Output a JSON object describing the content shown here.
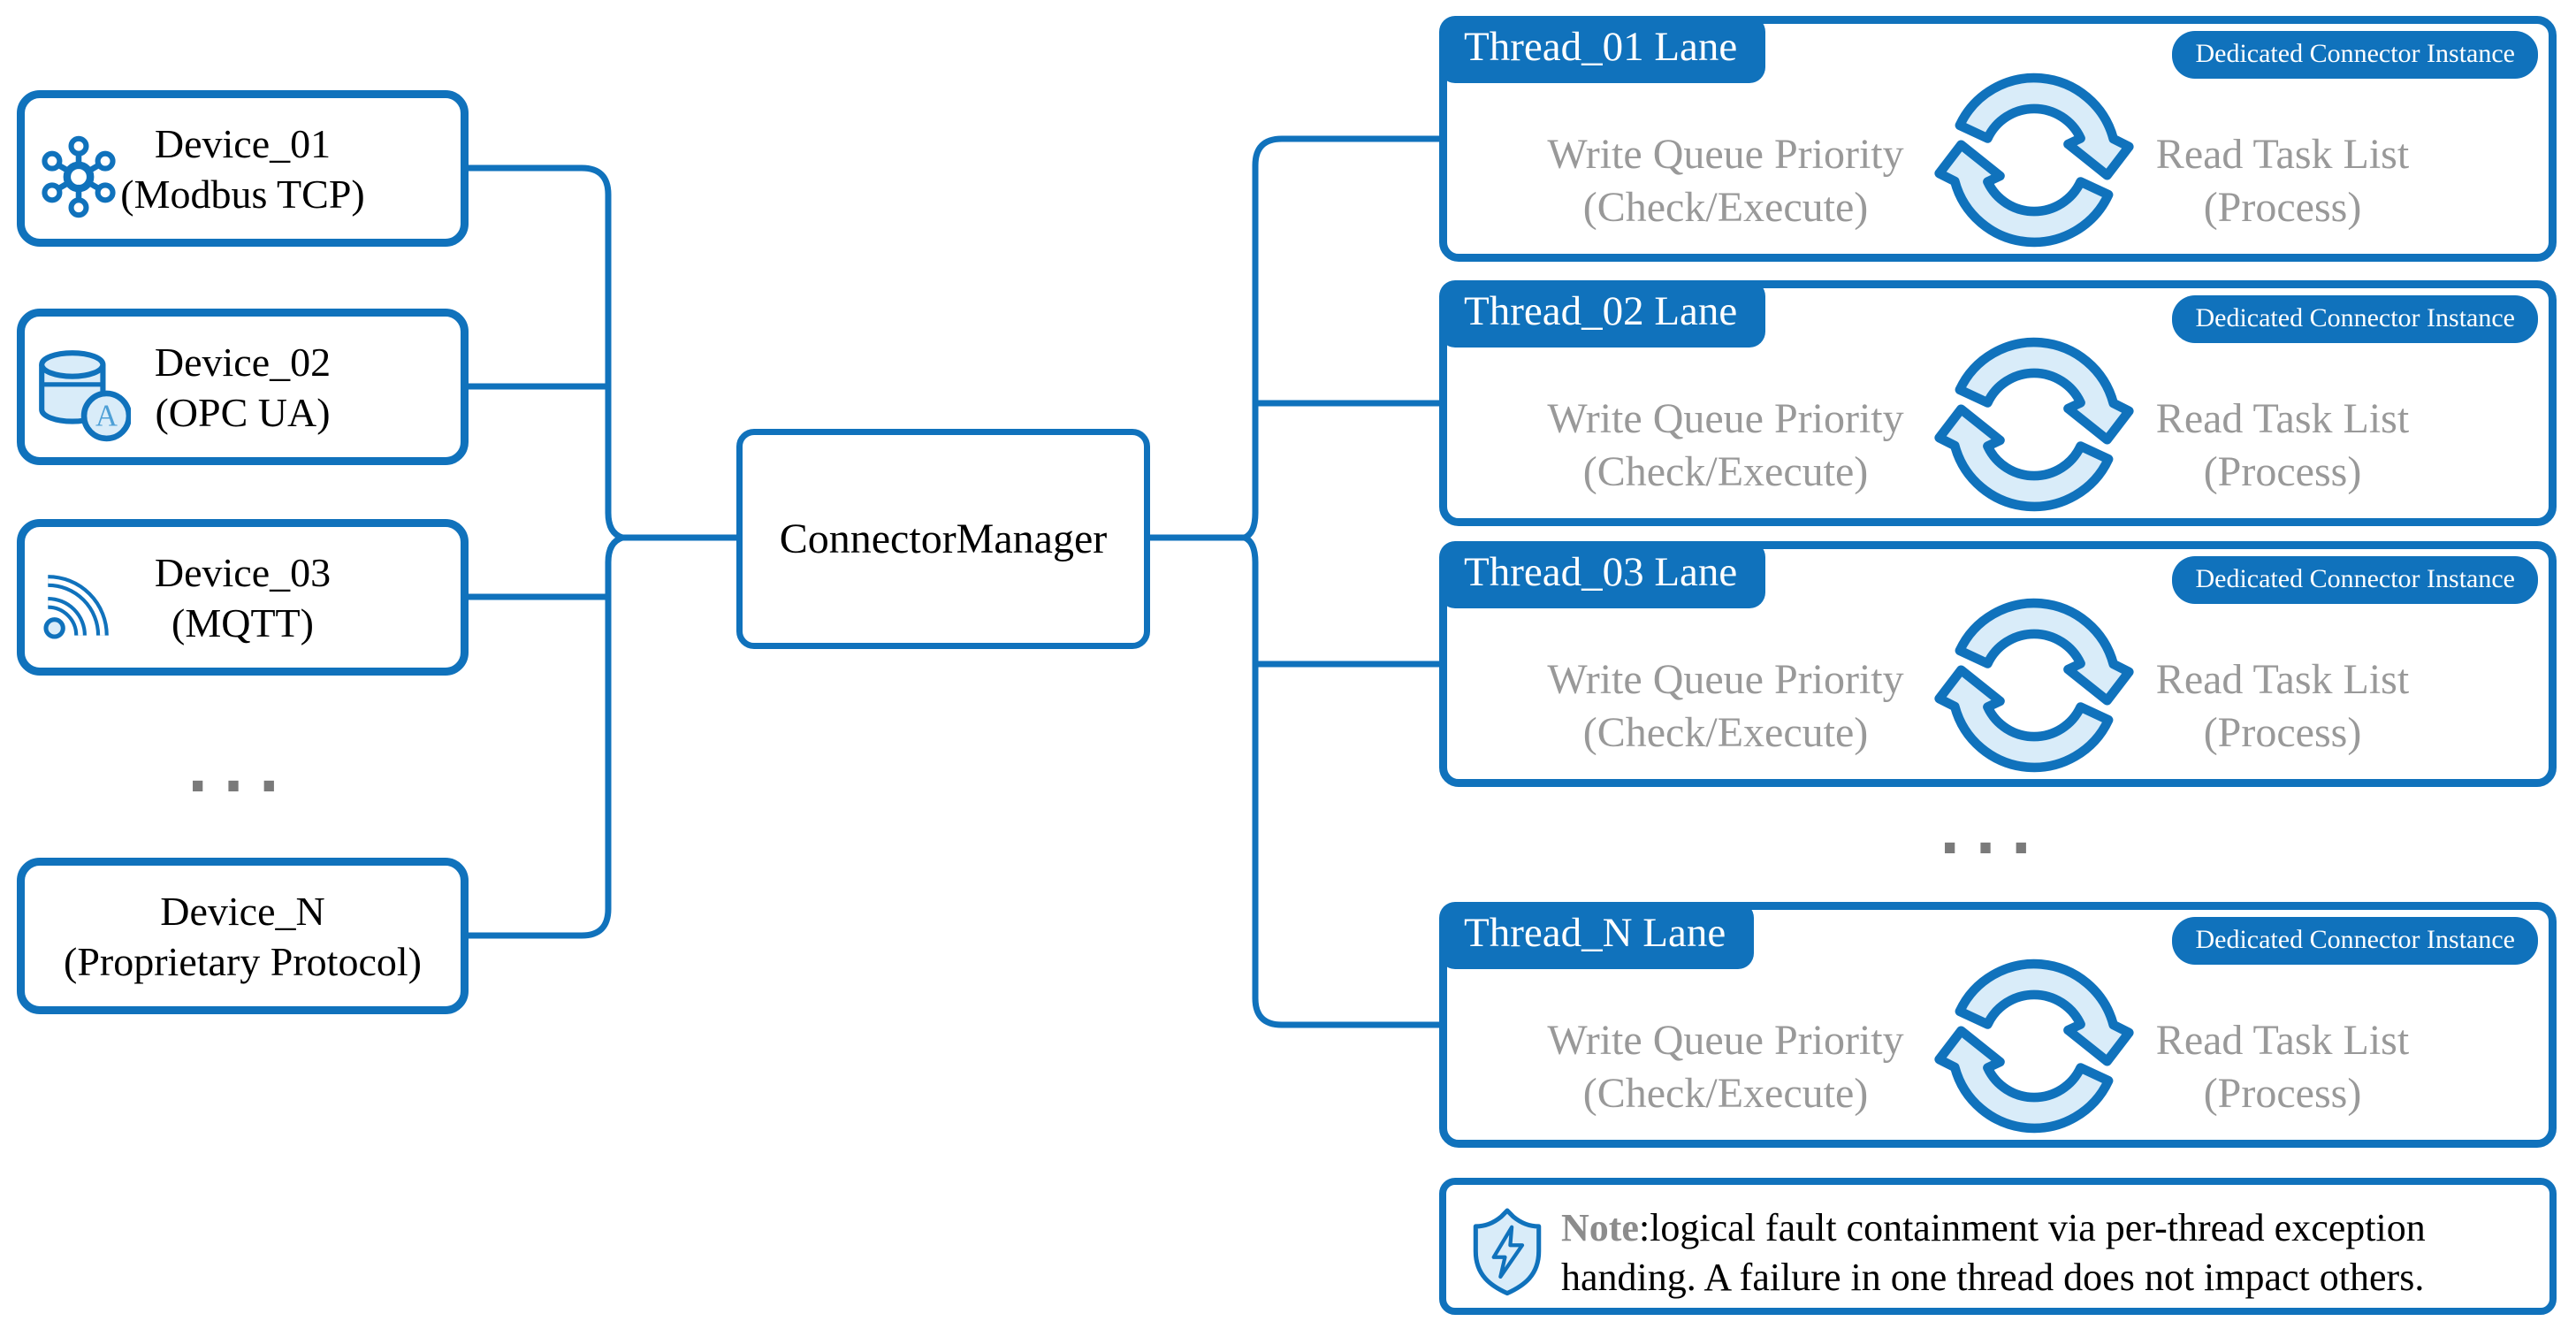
{
  "diagram": {
    "colors": {
      "primary": "#1072BC",
      "light": "#D9ECF9",
      "text_gray": "#999999",
      "text_black": "#000000",
      "note_label_gray": "#8C8C8C",
      "dots_gray": "#7A7A7A",
      "db_letter": "#4D9FD6"
    },
    "devices": [
      {
        "name": "Device_01",
        "protocol": "(Modbus TCP)",
        "icon": "hub-icon"
      },
      {
        "name": "Device_02",
        "protocol": "(OPC UA)",
        "icon": "database-a-icon"
      },
      {
        "name": "Device_03",
        "protocol": "(MQTT)",
        "icon": "rss-icon"
      },
      {
        "name": "Device_N",
        "protocol": "(Proprietary Protocol)",
        "icon": ""
      }
    ],
    "devices_ellipsis": "...",
    "manager": {
      "label": "ConnectorManager"
    },
    "lanes": [
      {
        "title": "Thread_01 Lane",
        "badge": "Dedicated Connector Instance",
        "write_line1": "Write Queue Priority",
        "write_line2": "(Check/Execute)",
        "read_line1": "Read Task List",
        "read_line2": "(Process)",
        "icon": "sync-arrows-icon"
      },
      {
        "title": "Thread_02 Lane",
        "badge": "Dedicated Connector Instance",
        "write_line1": "Write Queue Priority",
        "write_line2": "(Check/Execute)",
        "read_line1": "Read Task List",
        "read_line2": "(Process)",
        "icon": "sync-arrows-icon"
      },
      {
        "title": "Thread_03 Lane",
        "badge": "Dedicated Connector Instance",
        "write_line1": "Write Queue Priority",
        "write_line2": "(Check/Execute)",
        "read_line1": "Read Task List",
        "read_line2": "(Process)",
        "icon": "sync-arrows-icon"
      },
      {
        "title": "Thread_N Lane",
        "badge": "Dedicated Connector Instance",
        "write_line1": "Write Queue Priority",
        "write_line2": "(Check/Execute)",
        "read_line1": "Read Task List",
        "read_line2": "(Process)",
        "icon": "sync-arrows-icon"
      }
    ],
    "lanes_ellipsis": "...",
    "note": {
      "label": "Note",
      "text_line1": ":logical fault containment via per-thread exception",
      "text_line2": "handing. A failure in one thread does not impact others.",
      "icon": "shield-lightning-icon"
    }
  }
}
